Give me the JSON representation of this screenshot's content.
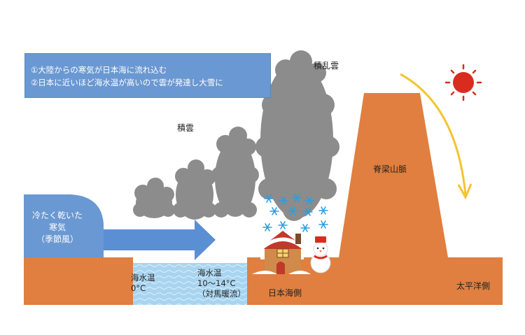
{
  "note": {
    "line1": "①大陸からの寒気が日本海に流れ込む",
    "line2": "②日本に近いほど海水温が高いので雲が発達し大雪に"
  },
  "clouds": {
    "cumulonimbus_label": "積乱雲",
    "cumulus_label": "積雲"
  },
  "wind": {
    "line1": "冷たく乾いた",
    "line2": "寒気",
    "line3": "（季節風）"
  },
  "sea": {
    "left_temp_label": "海水温",
    "left_temp_value": "0°C",
    "right_temp_label": "海水温",
    "right_temp_value": "10〜14°C",
    "current_label": "（対馬暖流）"
  },
  "land": {
    "mountain_label": "脊梁山脈",
    "japan_sea_side": "日本海側",
    "pacific_side": "太平洋側"
  },
  "colors": {
    "land": "#e07f3f",
    "sea": "#a9d4f0",
    "cloud": "#8c8c8c",
    "note_bg": "#6a98d2",
    "arrow": "#5b8fd3",
    "sun": "#d92c20",
    "descend_arrow": "#f4c430",
    "snow": "#2a9fe0"
  }
}
